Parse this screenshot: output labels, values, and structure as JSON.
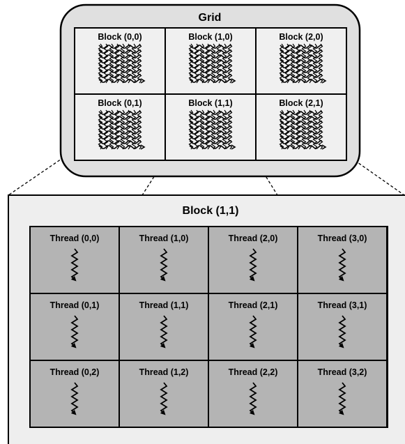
{
  "grid": {
    "title": "Grid",
    "blocks": [
      {
        "label": "Block (0,0)"
      },
      {
        "label": "Block (1,0)"
      },
      {
        "label": "Block (2,0)"
      },
      {
        "label": "Block (0,1)"
      },
      {
        "label": "Block (1,1)"
      },
      {
        "label": "Block (2,1)"
      }
    ]
  },
  "block_detail": {
    "title": "Block (1,1)",
    "threads": [
      {
        "label": "Thread (0,0)"
      },
      {
        "label": "Thread (1,0)"
      },
      {
        "label": "Thread (2,0)"
      },
      {
        "label": "Thread (3,0)"
      },
      {
        "label": "Thread (0,1)"
      },
      {
        "label": "Thread (1,1)"
      },
      {
        "label": "Thread (2,1)"
      },
      {
        "label": "Thread (3,1)"
      },
      {
        "label": "Thread (0,2)"
      },
      {
        "label": "Thread (1,2)"
      },
      {
        "label": "Thread (2,2)"
      },
      {
        "label": "Thread (3,2)"
      }
    ]
  },
  "icons": {
    "thread": "squiggle-arrow-icon",
    "thread_bundle": "thread-bundle-icon"
  },
  "colors": {
    "grid_bg": "#e0e0e0",
    "block_bg": "#f0f0f0",
    "thread_cell_bg": "#b4b4b4",
    "panel_bg": "#eeeeee",
    "stroke": "#000000"
  }
}
